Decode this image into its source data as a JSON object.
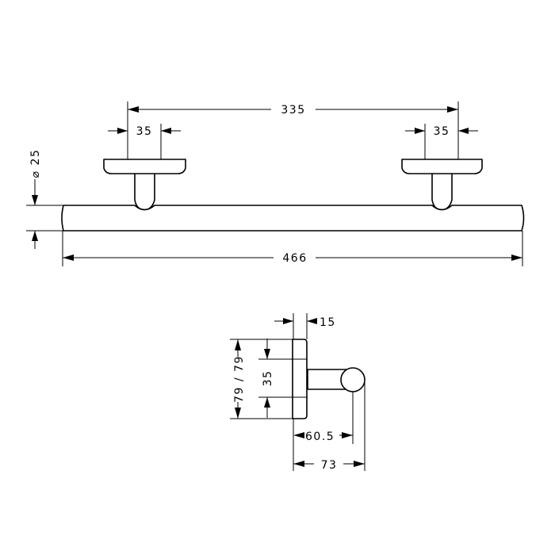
{
  "dimensions": {
    "overall_length": "466",
    "mount_spacing": "335",
    "flange_left": "35",
    "flange_right": "35",
    "bar_diameter": "⌀ 25",
    "wall_plate_depth": "15",
    "flange_height": "35",
    "plate_height": "79 / 79",
    "bar_center_projection": "60.5",
    "total_projection": "73"
  },
  "colors": {
    "line": "#000000",
    "background": "#ffffff"
  }
}
